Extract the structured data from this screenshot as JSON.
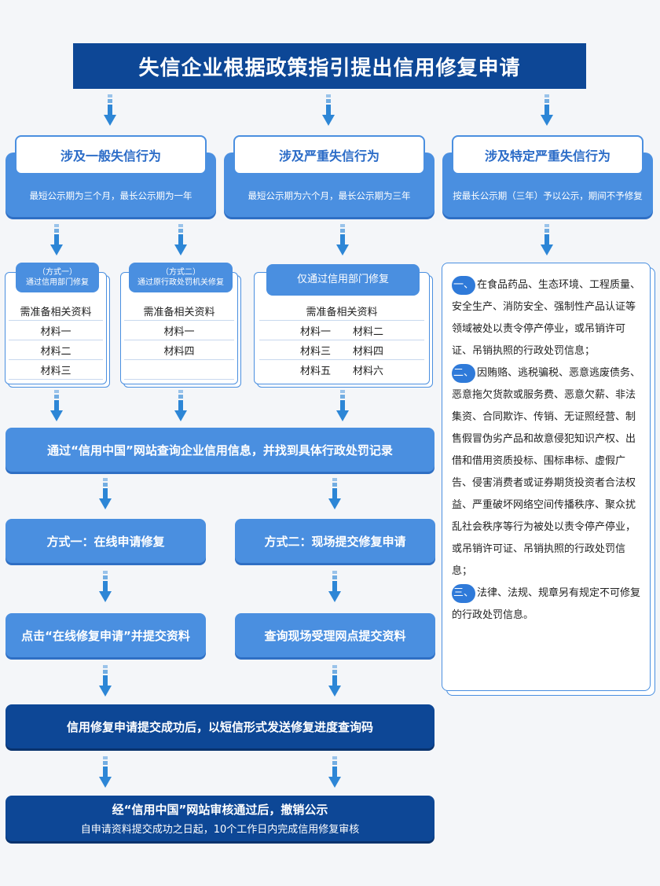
{
  "title": "失信企业根据政策指引提出信用修复申请",
  "categories": [
    {
      "label": "涉及一般失信行为",
      "desc": "最短公示期为三个月，最长公示期为一年"
    },
    {
      "label": "涉及严重失信行为",
      "desc": "最短公示期为六个月，最长公示期为三年"
    },
    {
      "label": "涉及特定严重失信行为",
      "desc": "按最长公示期（三年）予以公示，期间不予修复"
    }
  ],
  "cards": {
    "a": {
      "tag1": "（方式一）",
      "tag2": "通过信用部门修复",
      "header": "需准备相关资料",
      "items": [
        "材料一",
        "材料二",
        "材料三"
      ]
    },
    "b": {
      "tag1": "（方式二）",
      "tag2": "通过原行政处罚机关修复",
      "header": "需准备相关资料",
      "items": [
        "材料一",
        "材料四"
      ]
    },
    "c": {
      "tag": "仅通过信用部门修复",
      "header": "需准备相关资料",
      "items": [
        "材料一",
        "材料二",
        "材料三",
        "材料四",
        "材料五",
        "材料六"
      ]
    }
  },
  "steps": {
    "query": "通过“信用中国”网站查询企业信用信息，并找到具体行政处罚记录",
    "online": "方式一：在线申请修复",
    "onsite": "方式二：现场提交修复申请",
    "click_submit": "点击“在线修复申请”并提交资料",
    "onsite_submit": "查询现场受理网点提交资料",
    "sms": "信用修复申请提交成功后，以短信形式发送修复进度查询码",
    "final_main": "经“信用中国”网站审核通过后，撤销公示",
    "final_sub": "自申请资料提交成功之日起，10个工作日内完成信用修复审核"
  },
  "panel": {
    "items": [
      {
        "num": "一、",
        "text": "在食品药品、生态环境、工程质量、安全生产、消防安全、强制性产品认证等领域被处以责令停产停业，或吊销许可证、吊销执照的行政处罚信息；"
      },
      {
        "num": "二、",
        "text": "因贿赂、逃税骗税、恶意逃废债务、恶意拖欠货款或服务费、恶意欠薪、非法集资、合同欺诈、传销、无证照经营、制售假冒伪劣产品和故意侵犯知识产权、出借和借用资质投标、围标串标、虚假广告、侵害消费者或证券期货投资者合法权益、严重破坏网络空间传播秩序、聚众扰乱社会秩序等行为被处以责令停产停业，或吊销许可证、吊销执照的行政处罚信息；"
      },
      {
        "num": "三、",
        "text": "法律、法规、规章另有规定不可修复的行政处罚信息。"
      }
    ]
  },
  "colors": {
    "navy": "#0d4796",
    "blue": "#4a8fe0",
    "arrow": "#2d86d6"
  }
}
